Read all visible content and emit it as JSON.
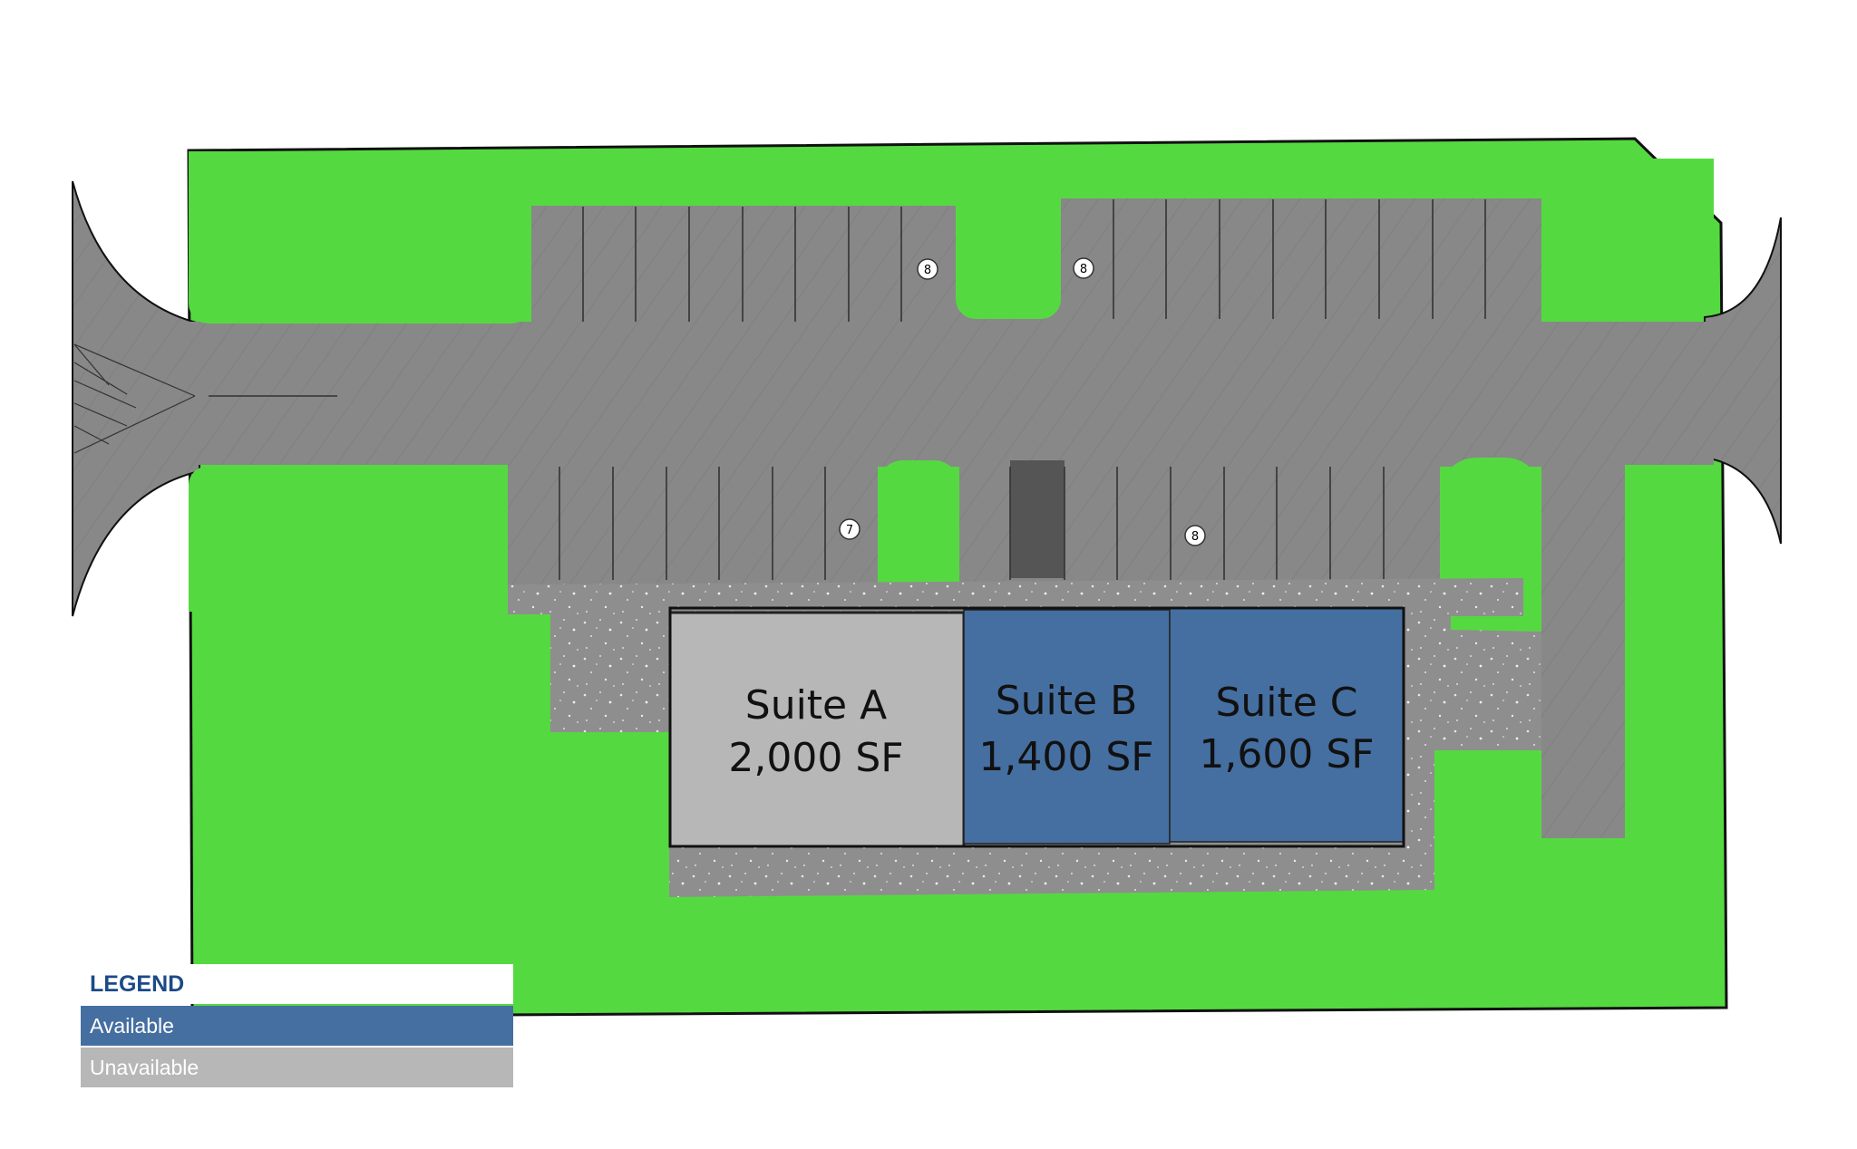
{
  "suites": [
    {
      "name": "Suite A",
      "area": "2,000 SF",
      "status": "Unavailable"
    },
    {
      "name": "Suite B",
      "area": "1,400 SF",
      "status": "Available"
    },
    {
      "name": "Suite C",
      "area": "1,600 SF",
      "status": "Available"
    }
  ],
  "stall_counts": [
    "8",
    "8",
    "7",
    "8"
  ],
  "legend": {
    "title": "LEGEND",
    "available": "Available",
    "unavailable": "Unavailable"
  },
  "colors": {
    "grass": "#55d941",
    "pavement": "#8c8c8c",
    "sidewalk": "#8f8f8f",
    "available": "#456fa0",
    "unavailable": "#b7b7b7",
    "legend_title": "#1b4a86"
  }
}
